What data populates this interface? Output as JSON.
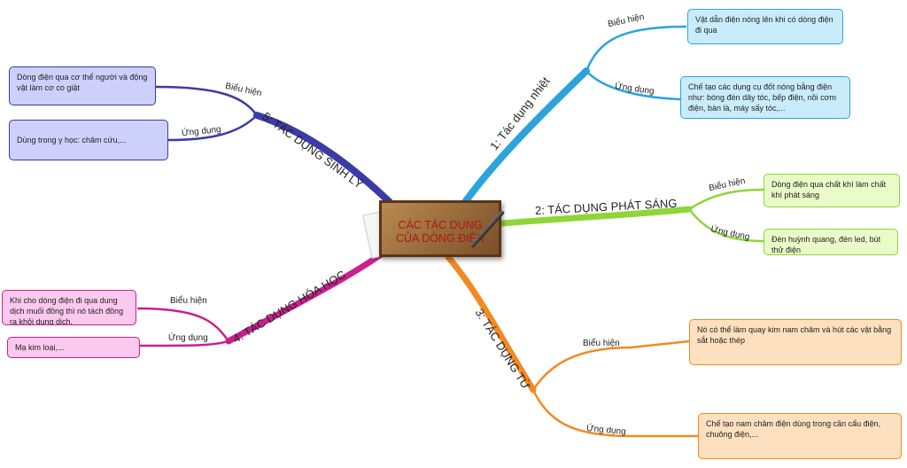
{
  "center": {
    "title": "CÁC TÁC DỤNG CỦA DÒNG ĐIỆN"
  },
  "branches": [
    {
      "id": "nhiet",
      "title": "1: Tác dụng nhiệt",
      "color": "#2ba3dc",
      "label_1": "Biểu hiện",
      "text_1": "Vật dẫn điện nóng lên khi có dòng điện đi qua",
      "label_2": "Ứng dụng",
      "text_2": "Chế tạo các dụng cụ đốt nóng bằng điện như: bóng đèn dây tóc, bếp điện, nồi cơm điện, bàn là, máy sấy tóc,..."
    },
    {
      "id": "phat-sang",
      "title": "2: TÁC DỤNG PHÁT SÁNG",
      "color": "#8fd53a",
      "label_1": "Biểu hiện",
      "text_1": "Dòng điện qua chất khí làm chất khí phát sáng",
      "label_2": "Ứng dụng",
      "text_2": "Đèn huỳnh quang, đèn led, bút thử điện"
    },
    {
      "id": "tu",
      "title": "3: TÁC DỤNG TỪ",
      "color": "#f28a23",
      "label_1": "Biểu hiện",
      "text_1": "Nó có thể làm quay kim nam châm và hút các vật bằng sắt hoặc thép",
      "label_2": "Ứng dụng",
      "text_2": "Chế tạo nam châm điện dùng trong cần cẩu điện, chuông điện,..."
    },
    {
      "id": "hoa-hoc",
      "title": "4: TÁC DỤNG HÓA HỌC",
      "color": "#c8208e",
      "label_1": "Biểu hiện",
      "text_1": "Khi cho dòng điện đi qua dung dịch muối đồng thì nó tách đồng ra khỏi dung dịch.",
      "label_2": "Ứng dụng",
      "text_2": "Mạ kim loại,..."
    },
    {
      "id": "sinh-ly",
      "title": "5: TÁC DỤNG SINH LÝ",
      "color": "#3b3ba8",
      "label_1": "Biểu hiện",
      "text_1": "Dòng điện qua cơ thể người và động vật làm cơ co giật",
      "label_2": "Ứng dụng",
      "text_2": "Dùng trong y học: châm cứu,..."
    }
  ]
}
